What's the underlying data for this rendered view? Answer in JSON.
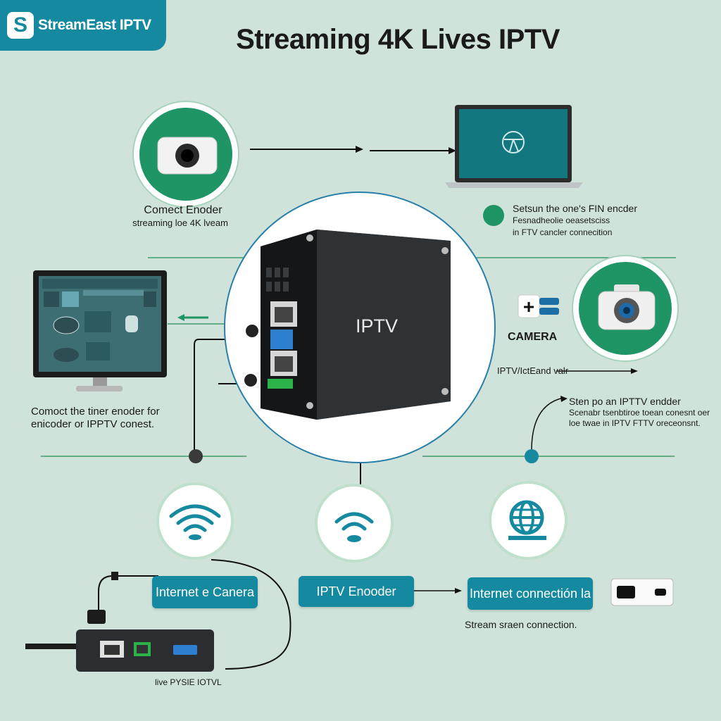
{
  "brand": {
    "logo_letter": "S",
    "name": "StreamEast IPTV"
  },
  "title": "Streaming 4K Lives IPTV",
  "colors": {
    "background": "#cfe3da",
    "teal": "#14899f",
    "green": "#1f9464",
    "device": "#2b2d30"
  },
  "steps": {
    "connect_encoder": {
      "line1": "Comect Enoder",
      "line2": "streaming loe 4K lveam"
    },
    "setup_encoder": {
      "line1": "Setsun the one's FIN encder",
      "line2": "Fesnadheolie oeasetsciss",
      "line3": "in FTV cancler connecition"
    },
    "connect_monitor": {
      "line1": "Comoct the tiner enoder for",
      "line2": "enicoder or IPPTV conest."
    },
    "step_iptv": {
      "line1": "Sten po an IPTTV endder",
      "line2": "Scenabr tsenbtiroe toean conesnt oer",
      "line3": "loe twae in IPTV FTTV oreceonsnt."
    }
  },
  "device_label": "IPTV",
  "camera_label": "CAMERA",
  "arrow_label": "IPTV/IctEand valr",
  "pills": {
    "internet_camera": "Internet e Canera",
    "iptv_encoder": "IPTV Enooder",
    "internet_connection": "Internet connectión la"
  },
  "captions": {
    "stream_connection": "Stream sraen connection.",
    "box_port": "live PYSIE IOTVL"
  },
  "icons": [
    "camera-icon",
    "laptop-icon",
    "iptv-encoder-icon",
    "monitor-icon",
    "camera-icon",
    "wifi-icon",
    "globe-icon",
    "streaming-stick-icon"
  ]
}
